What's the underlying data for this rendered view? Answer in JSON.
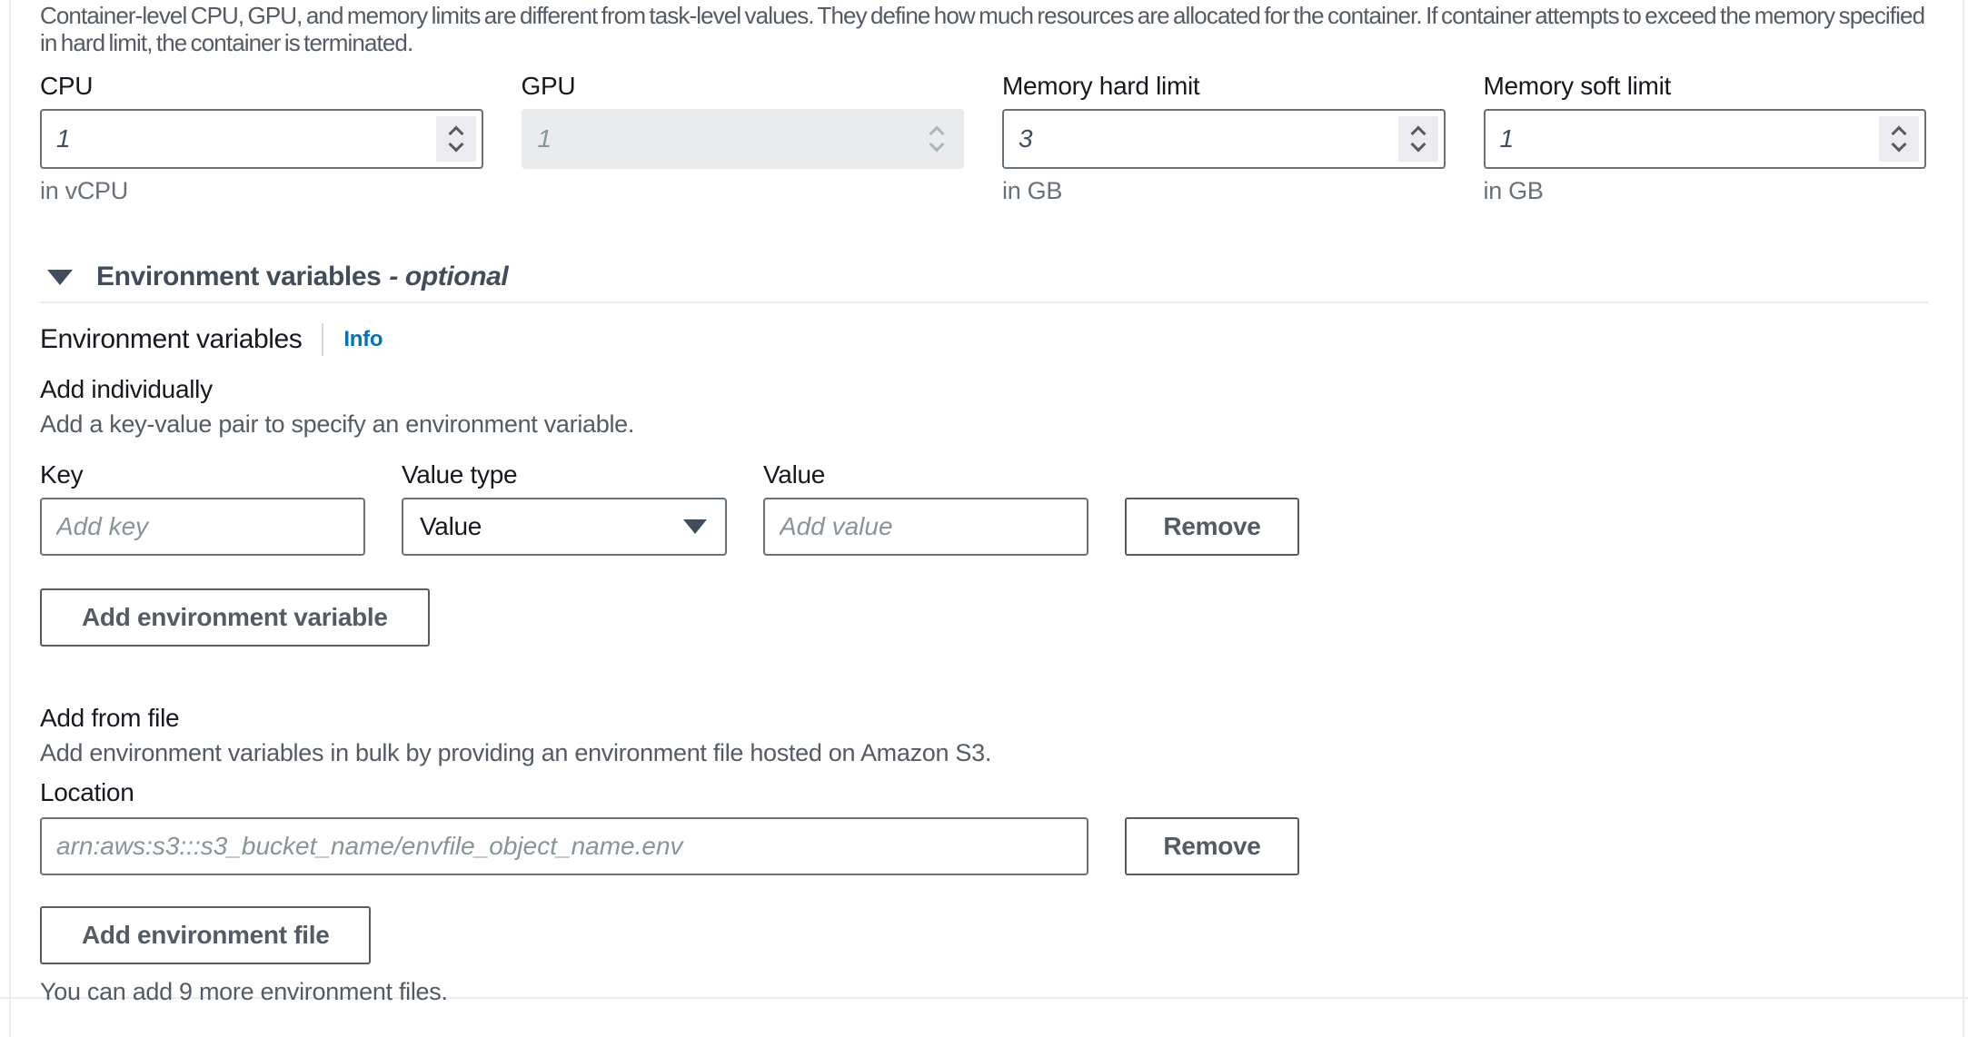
{
  "description": "Container-level CPU, GPU, and memory limits are different from task-level values. They define how much resources are allocated for the container. If container attempts to exceed the memory specified in hard limit, the container is terminated.",
  "resource_fields": [
    {
      "label": "CPU",
      "value": "1",
      "helper": "in vCPU",
      "disabled": false
    },
    {
      "label": "GPU",
      "value": "1",
      "helper": "",
      "disabled": true
    },
    {
      "label": "Memory hard limit",
      "value": "3",
      "helper": "in GB",
      "disabled": false
    },
    {
      "label": "Memory soft limit",
      "value": "1",
      "helper": "in GB",
      "disabled": false
    }
  ],
  "env_section": {
    "expand_header": {
      "title": "Environment variables",
      "optional": "- optional"
    },
    "subtitle": "Environment variables",
    "info_label": "Info",
    "add_individually": {
      "heading": "Add individually",
      "description": "Add a key-value pair to specify an environment variable.",
      "key_label": "Key",
      "key_placeholder": "Add key",
      "value_type_label": "Value type",
      "value_type_selected": "Value",
      "value_label": "Value",
      "value_placeholder": "Add value",
      "remove_label": "Remove",
      "add_button_label": "Add environment variable"
    },
    "add_from_file": {
      "heading": "Add from file",
      "description": "Add environment variables in bulk by providing an environment file hosted on Amazon S3.",
      "location_label": "Location",
      "location_placeholder": "arn:aws:s3:::s3_bucket_name/envfile_object_name.env",
      "remove_label": "Remove",
      "add_button_label": "Add environment file",
      "note": "You can add 9 more environment files."
    }
  },
  "colors": {
    "text_primary": "#16191f",
    "text_secondary": "#545b64",
    "text_helper": "#687078",
    "input_border": "#687078",
    "button_border": "#545b64",
    "disabled_bg": "#e9ebed",
    "spinner_bg": "#ebebf0",
    "link_blue": "#0073bb",
    "divider": "#e9ebed",
    "header_text": "#414d5c"
  }
}
